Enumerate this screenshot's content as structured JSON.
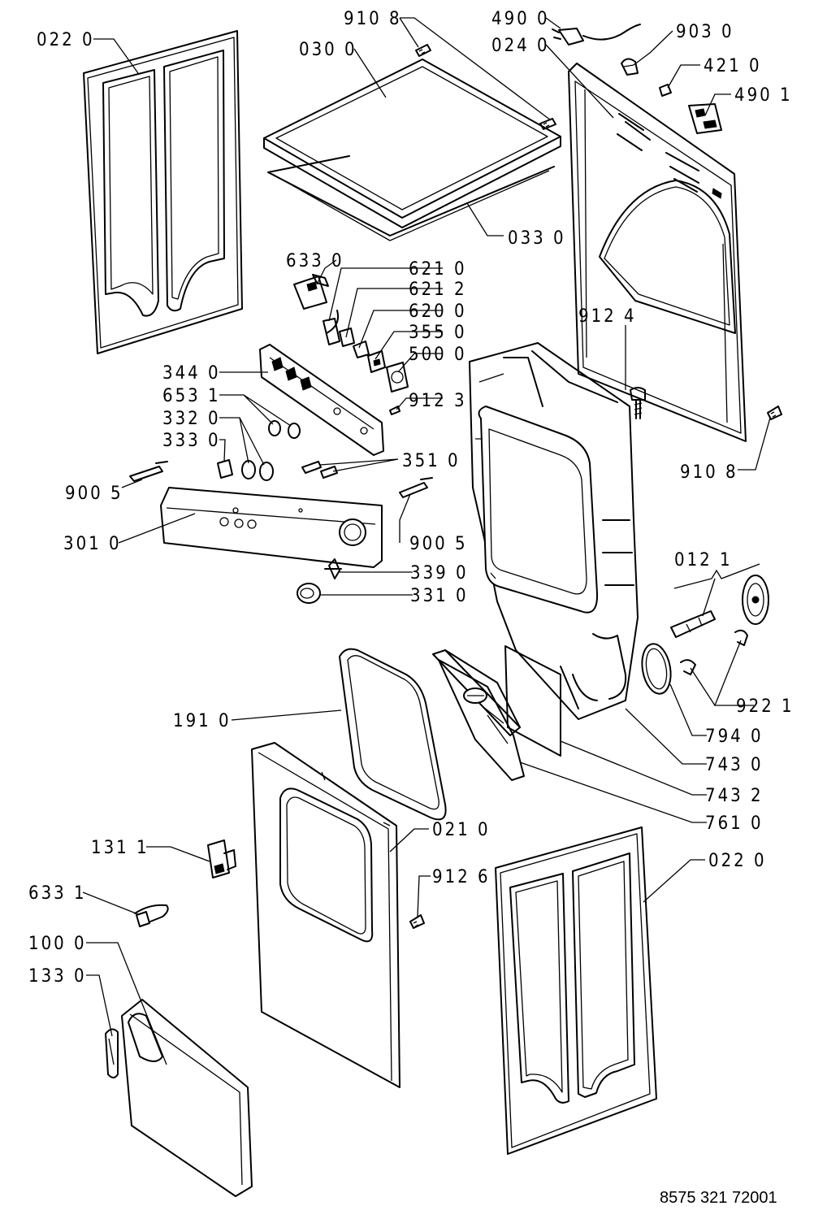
{
  "diagram": {
    "labels": {
      "p022_0_top": "022 0",
      "p910_8_top": "910 8",
      "p030_0": "030 0",
      "p490_0": "490 0",
      "p024_0": "024 0",
      "p903_0": "903 0",
      "p421_0": "421 0",
      "p490_1": "490 1",
      "p033_0": "033 0",
      "p633_0": "633 0",
      "p621_0": "621 0",
      "p621_2": "621 2",
      "p620_0": "620 0",
      "p355_0": "355 0",
      "p500_0": "500 0",
      "p912_4": "912 4",
      "p344_0": "344 0",
      "p653_1": "653 1",
      "p912_3": "912 3",
      "p332_0": "332 0",
      "p333_0": "333 0",
      "p910_8_right": "910 8",
      "p351_0": "351 0",
      "p900_5_left": "900 5",
      "p900_5_right": "900 5",
      "p301_0": "301 0",
      "p012_1": "012 1",
      "p339_0": "339 0",
      "p331_0": "331 0",
      "p922_1": "922 1",
      "p191_0": "191 0",
      "p794_0": "794 0",
      "p743_0": "743 0",
      "p743_2": "743 2",
      "p761_0": "761 0",
      "p021_0": "021 0",
      "p131_1": "131 1",
      "p022_0_bottom": "022 0",
      "p912_6": "912 6",
      "p633_1": "633 1",
      "p100_0": "100 0",
      "p133_0": "133 0"
    },
    "reference_code": "8575 321 72001"
  }
}
